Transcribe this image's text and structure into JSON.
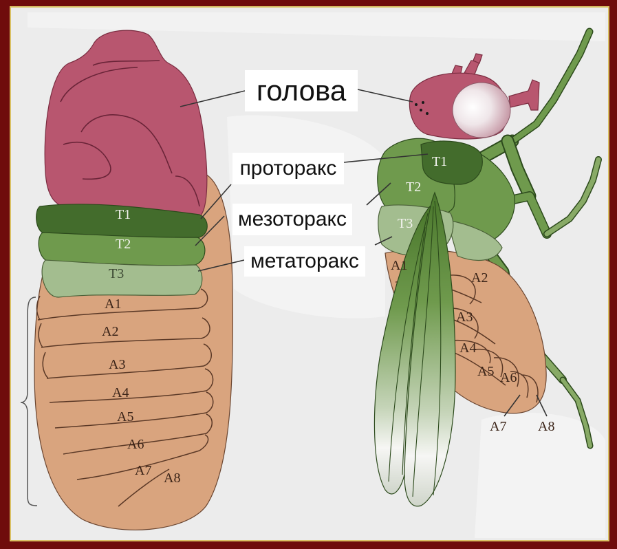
{
  "labels": {
    "head": "голова",
    "prothorax": "проторакс",
    "mesothorax": "мезоторакс",
    "metathorax": "метаторакс"
  },
  "embryo": {
    "t1": "T1",
    "t2": "T2",
    "t3": "T3",
    "a1": "A1",
    "a2": "A2",
    "a3": "A3",
    "a4": "A4",
    "a5": "A5",
    "a6": "A6",
    "a7": "A7",
    "a8": "A8"
  },
  "fly": {
    "t1": "T1",
    "t2": "T2",
    "t3": "T3",
    "a1": "A1",
    "a2": "A2",
    "a3": "A3",
    "a4": "A4",
    "a5": "A5",
    "a6": "A6",
    "a7": "A7",
    "a8": "A8"
  },
  "colors": {
    "frame": "#6f0c0c",
    "head": "#b8566f",
    "prothorax": "#436c2c",
    "mesothorax": "#6f9a4d",
    "metathorax": "#a3bd8f",
    "abdomen": "#d9a47e"
  }
}
